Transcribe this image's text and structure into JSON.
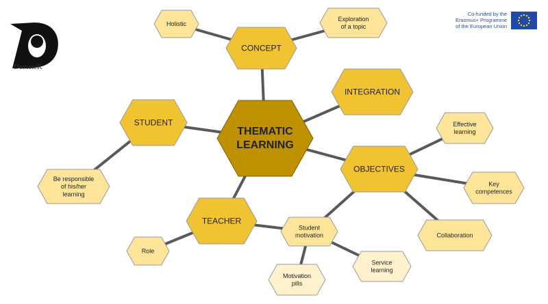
{
  "logo": {
    "text": "DemeteR"
  },
  "eu_badge": {
    "lines": [
      "Co-funded by the",
      "Erasmus+ Programme",
      "of the European Union"
    ]
  },
  "colors": {
    "center": "#bf9000",
    "main": "#f1c232",
    "leaf": "#ffe599",
    "subleaf": "#fff2cc",
    "line": "#595959"
  },
  "nodes": [
    {
      "id": "center",
      "lines": [
        "THEMATIC",
        "LEARNING"
      ],
      "level": "center"
    },
    {
      "id": "concept",
      "lines": [
        "CONCEPT"
      ],
      "level": "main"
    },
    {
      "id": "holistic",
      "lines": [
        "Holistic"
      ],
      "level": "leaf"
    },
    {
      "id": "exploration",
      "lines": [
        "Exploration",
        "of a topic"
      ],
      "level": "leaf"
    },
    {
      "id": "integration",
      "lines": [
        "INTEGRATION"
      ],
      "level": "main"
    },
    {
      "id": "student",
      "lines": [
        "STUDENT"
      ],
      "level": "main"
    },
    {
      "id": "responsible",
      "lines": [
        "Be responsible",
        "of his/her",
        "learning"
      ],
      "level": "leaf"
    },
    {
      "id": "objectives",
      "lines": [
        "OBJECTIVES"
      ],
      "level": "main"
    },
    {
      "id": "effective",
      "lines": [
        "Effective",
        "learning"
      ],
      "level": "leaf"
    },
    {
      "id": "key",
      "lines": [
        "Key",
        "competences"
      ],
      "level": "leaf"
    },
    {
      "id": "collaboration",
      "lines": [
        "Collaboration"
      ],
      "level": "leaf"
    },
    {
      "id": "teacher",
      "lines": [
        "TEACHER"
      ],
      "level": "main"
    },
    {
      "id": "role",
      "lines": [
        "Role"
      ],
      "level": "leaf"
    },
    {
      "id": "motivation",
      "lines": [
        "Student",
        "motivation"
      ],
      "level": "leaf"
    },
    {
      "id": "pills",
      "lines": [
        "Motivation",
        "pills"
      ],
      "level": "subleaf"
    },
    {
      "id": "service",
      "lines": [
        "Service",
        "learning"
      ],
      "level": "subleaf"
    }
  ],
  "edges": [
    [
      "holistic",
      "concept"
    ],
    [
      "exploration",
      "concept"
    ],
    [
      "concept",
      "center"
    ],
    [
      "integration",
      "center"
    ],
    [
      "student",
      "center"
    ],
    [
      "responsible",
      "student"
    ],
    [
      "center",
      "objectives"
    ],
    [
      "center",
      "teacher"
    ],
    [
      "objectives",
      "effective"
    ],
    [
      "objectives",
      "key"
    ],
    [
      "objectives",
      "collaboration"
    ],
    [
      "objectives",
      "motivation"
    ],
    [
      "teacher",
      "motivation"
    ],
    [
      "role",
      "teacher"
    ],
    [
      "motivation",
      "pills"
    ],
    [
      "motivation",
      "service"
    ]
  ]
}
